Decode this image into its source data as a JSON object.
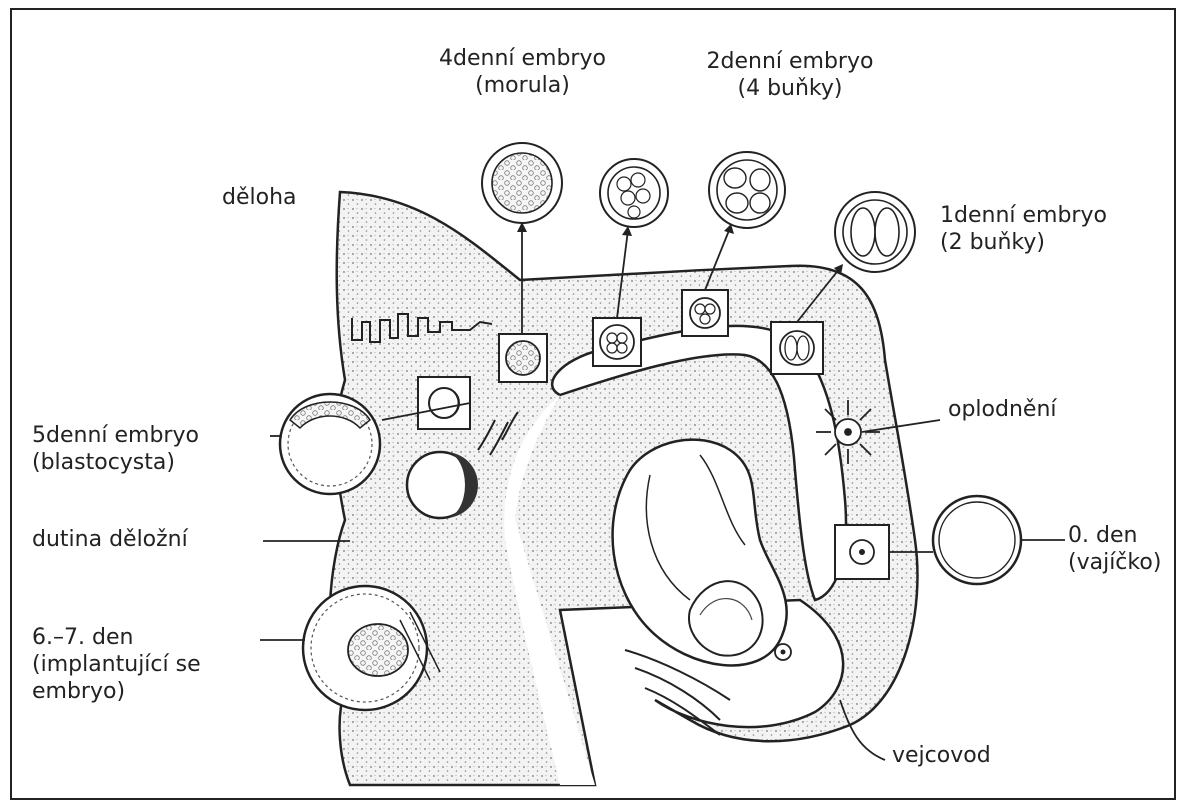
{
  "labels": {
    "day4_line1": "4denní embryo",
    "day4_line2": "(morula)",
    "day2_line1": "2denní embryo",
    "day2_line2": "(4 buňky)",
    "day1_line1": "1denní embryo",
    "day1_line2": "(2 buňky)",
    "deloha": "děloha",
    "oplodneni": "oplodnění",
    "day5_line1": "5denní embryo",
    "day5_line2": "(blastocysta)",
    "dutina": "dutina děložní",
    "day0_line1": "0. den",
    "day0_line2": "(vajíčko)",
    "day67_line1": "6.–7. den",
    "day67_line2": "(implantující se",
    "day67_line3": "embryo)",
    "vejcovod": "vejcovod"
  },
  "colors": {
    "ink": "#222222",
    "tissue": "#f1f1f1",
    "background": "#ffffff"
  }
}
